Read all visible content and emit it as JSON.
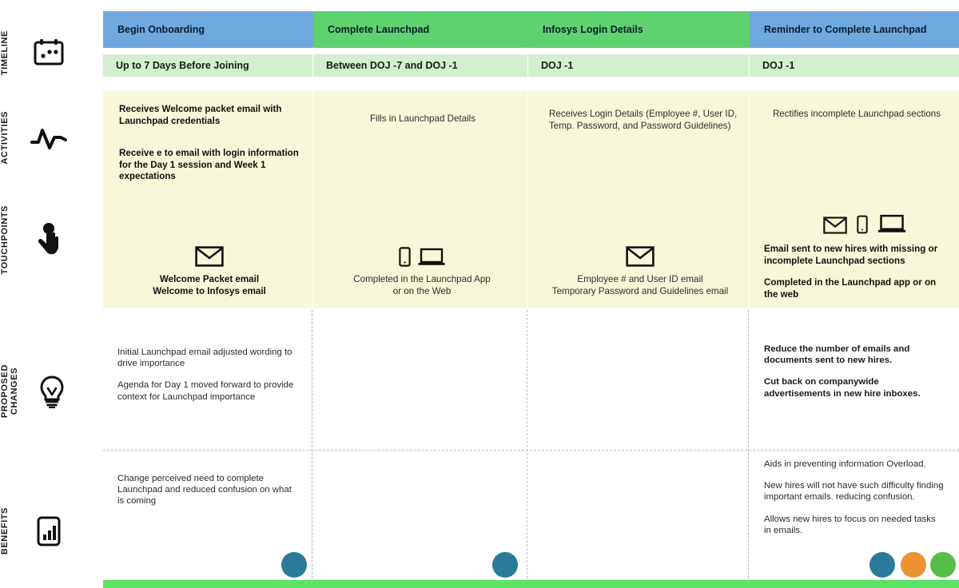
{
  "rail": {
    "rows": [
      {
        "label": "TIMELINE",
        "icon": "calendar-icon"
      },
      {
        "label": "ACTIVITIES",
        "icon": "pulse-icon"
      },
      {
        "label": "TOUCHPOINTS",
        "icon": "tap-hand-icon"
      },
      {
        "label": "PROPOSED\nCHANGES",
        "icon": "lightbulb-icon"
      },
      {
        "label": "BENEFITS",
        "icon": "bar-chart-icon"
      }
    ]
  },
  "colors": {
    "stage_blue": "#6fa8dc",
    "stage_green": "#5fd16f",
    "timeline_band": "#d4efd0",
    "panel_yellow": "#f8f8d8",
    "bottom_bar_green": "#5ce264",
    "dot_teal": "#2b7a99",
    "dot_orange": "#eb9233",
    "dot_green": "#55be47",
    "dash_gray": "#b9b9b9"
  },
  "stages": [
    {
      "title": "Begin Onboarding",
      "color": "#6fa8dc",
      "timeline": "Up to 7 Days Before Joining",
      "activities": [
        {
          "text": "Receives Welcome packet email with Launchpad credentials",
          "bold": true,
          "align": "left"
        },
        {
          "text": "Receive                     e to  email with login information for the Day 1 session and Week 1 expectations",
          "bold": true,
          "align": "left"
        }
      ],
      "touchpoint_icons": [
        "envelope-icon"
      ],
      "touchpoint_icons_align": "center",
      "touchpoints": [
        {
          "text": "Welcome Packet email\nWelcome to Infosys email",
          "bold": true,
          "align": "center"
        }
      ],
      "proposed_changes": [
        {
          "text": "Initial Launchpad email adjusted wording  to drive importance",
          "bold": false
        },
        {
          "text": "Agenda for Day 1 moved forward to provide context for Launchpad importance",
          "bold": false
        }
      ],
      "benefits": [
        {
          "text": "Change perceived need to complete Launchpad and reduced confusion on what is coming",
          "bold": false
        }
      ]
    },
    {
      "title": "Complete Launchpad",
      "color": "#5fd16f",
      "timeline": "Between DOJ -7 and DOJ -1",
      "activities": [
        {
          "text": "Fills in Launchpad Details",
          "bold": false,
          "align": "center"
        }
      ],
      "touchpoint_icons": [
        "phone-icon",
        "laptop-icon"
      ],
      "touchpoint_icons_align": "center",
      "touchpoints": [
        {
          "text": "Completed in the Launchpad App\nor on the Web",
          "bold": false,
          "align": "center"
        }
      ],
      "proposed_changes": [],
      "benefits": []
    },
    {
      "title": "Infosys Login Details",
      "color": "#5fd16f",
      "timeline": "DOJ -1",
      "activities": [
        {
          "text": "Receives            Login Details (Employee #, User ID, Temp. Password, and Password Guidelines)",
          "bold": false,
          "align": "left"
        }
      ],
      "touchpoint_icons": [
        "envelope-icon"
      ],
      "touchpoint_icons_align": "center",
      "touchpoints": [
        {
          "text": "Employee # and User ID email\nTemporary Password and Guidelines email",
          "bold": false,
          "align": "center"
        }
      ],
      "proposed_changes": [],
      "benefits": []
    },
    {
      "title": "Reminder to Complete Launchpad",
      "color": "#6fa8dc",
      "timeline": "DOJ -1",
      "activities": [
        {
          "text": "Rectifies incomplete Launchpad sections",
          "bold": false,
          "align": "center"
        }
      ],
      "touchpoint_icons": [
        "envelope-icon",
        "phone-icon",
        "laptop-icon"
      ],
      "touchpoint_icons_align": "left",
      "touchpoints": [
        {
          "text": "Email sent to new hires with missing or incomplete Launchpad sections",
          "bold": true,
          "align": "left"
        },
        {
          "text": "Completed in the Launchpad app or on the web",
          "bold": true,
          "align": "left"
        }
      ],
      "proposed_changes": [
        {
          "text": "Reduce the number of emails and documents sent to new hires.",
          "bold": true
        },
        {
          "text": "Cut back on companywide advertisements in new hire inboxes.",
          "bold": true
        }
      ],
      "benefits": [
        {
          "text": "Aids in preventing information Overload.",
          "bold": false
        },
        {
          "text": "New hires will not have such difficulty finding important emails. reducing confusion.",
          "bold": false
        },
        {
          "text": "Allows new hires to focus on needed tasks in emails.",
          "bold": false
        }
      ]
    }
  ]
}
